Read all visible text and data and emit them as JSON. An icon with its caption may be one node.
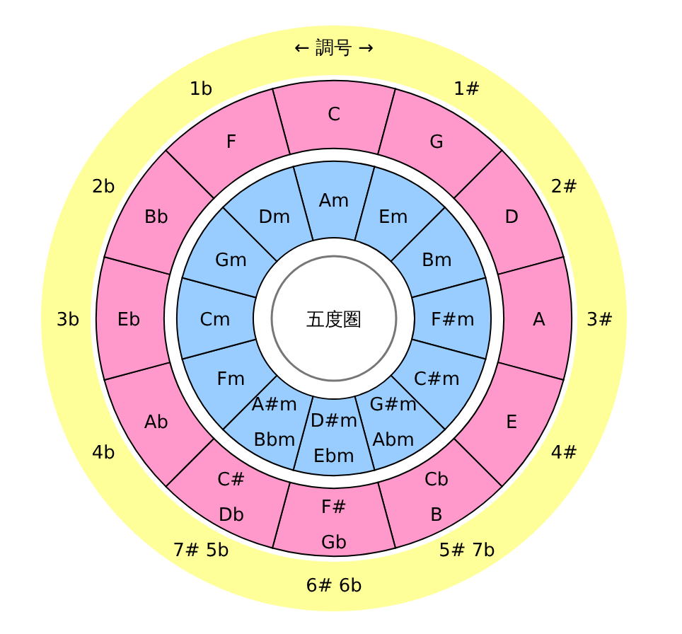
{
  "diagram": {
    "nodes": [
      {
        "text": [
          "C"
        ]
      },
      {
        "text": [
          "G"
        ]
      },
      {
        "text": [
          "D"
        ]
      },
      {
        "text": [
          "A"
        ]
      },
      {
        "text": [
          "E"
        ]
      },
      {
        "text": [
          "Cb",
          "B"
        ]
      },
      {
        "text": [
          "F#",
          "Gb"
        ]
      },
      {
        "text": [
          "C#",
          "Db"
        ]
      },
      {
        "text": [
          "Ab"
        ]
      },
      {
        "text": [
          "Eb"
        ]
      },
      {
        "text": [
          "Bb"
        ]
      },
      {
        "text": [
          "F"
        ]
      },
      {
        "text": [
          "Am"
        ]
      },
      {
        "text": [
          "Em"
        ]
      },
      {
        "text": [
          "Bm"
        ]
      },
      {
        "text": [
          "F#m"
        ]
      },
      {
        "text": [
          "C#m"
        ]
      },
      {
        "text": [
          "G#m",
          "Abm"
        ]
      },
      {
        "text": [
          "D#m",
          "Ebm"
        ]
      },
      {
        "text": [
          "A#m",
          "Bbm"
        ]
      },
      {
        "text": [
          "Fm"
        ]
      },
      {
        "text": [
          "Cm"
        ]
      },
      {
        "text": [
          "Gm"
        ]
      },
      {
        "text": [
          "Dm"
        ]
      },
      {
        "text": [
          "五度圏"
        ]
      }
    ],
    "labels": [
      "← 調号 →",
      "1b",
      "1#",
      "2b",
      "2#",
      "3b",
      "3#",
      "4b",
      "4#",
      "7# 5b",
      "5# 7b",
      "6# 6b"
    ]
  }
}
